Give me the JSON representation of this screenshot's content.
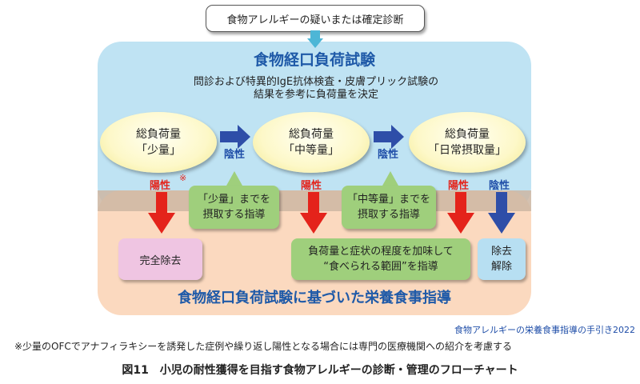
{
  "top_box": {
    "text": "食物アレルギーの疑いまたは確定診断"
  },
  "ofc_panel": {
    "title": "食物経口負荷試験",
    "desc_line1": "問診および特異的IgE抗体検査・皮膚プリック試験の",
    "desc_line2": "結果を参考に負荷量を決定"
  },
  "doses": [
    {
      "line1": "総負荷量",
      "line2": "「少量」"
    },
    {
      "line1": "総負荷量",
      "line2": "「中等量」"
    },
    {
      "line1": "総負荷量",
      "line2": "「日常摂取量」"
    }
  ],
  "labels": {
    "negative": "陰性",
    "positive": "陽性",
    "note_mark": "※"
  },
  "green_boxes": [
    {
      "line1": "「少量」までを",
      "line2": "摂取する指導"
    },
    {
      "line1": "「中等量」までを",
      "line2": "摂取する指導"
    }
  ],
  "outcomes": {
    "complete_removal": "完全除去",
    "adjust_line1": "負荷量と症状の程度を加味して",
    "adjust_line2": "“食べられる範囲”を指導",
    "release_line1": "除去",
    "release_line2": "解除"
  },
  "bottom_panel": {
    "title": "食物経口負荷試験に基づいた栄養食事指導"
  },
  "source": "食物アレルギーの栄養食事指導の手引き2022",
  "footnote": "※少量のOFCでアナフィラキシーを誘発した症例や繰り返し陽性となる場合には専門の医療機関への紹介を考慮する",
  "caption": "図11　小児の耐性獲得を目指す食物アレルギーの診断・管理のフローチャート",
  "colors": {
    "blue_panel": "#bfe3f3",
    "orange_panel": "#fbd9bf",
    "red_arrow": "#e4231b",
    "blue_arrow": "#2e4ea8",
    "green_box": "#9fcf7c"
  }
}
